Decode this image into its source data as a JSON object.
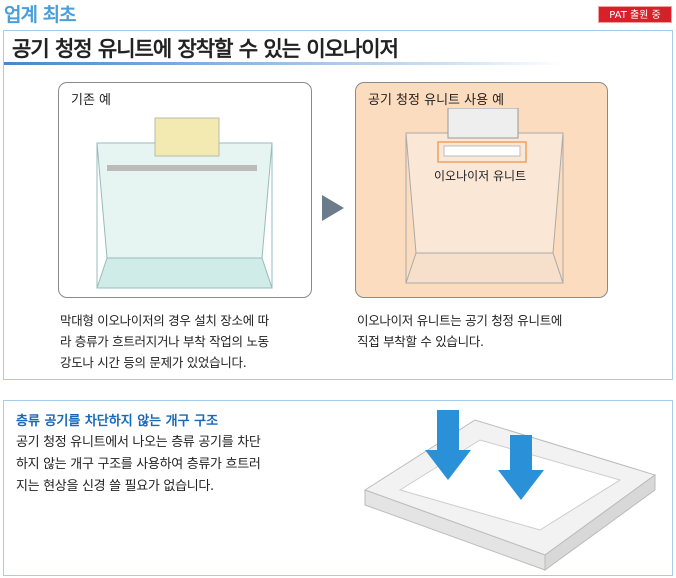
{
  "header": {
    "first_label": "업계 최초",
    "badge": "PAT 출원 중"
  },
  "main": {
    "title": "공기 청정 유니트에 장착할 수 있는 이오나이저",
    "left_card": {
      "label": "기존 예",
      "desc": [
        "막대형 이오나이저의 경우 설치 장소에 따",
        "라 층류가 흐트러지거나 부착 작업의 노동",
        "강도나 시간 등의 문제가 있었습니다."
      ]
    },
    "right_card": {
      "label": "공기 청정 유니트 사용 예",
      "callout": "이오나이저 유니트",
      "desc": [
        "이오나이저 유니트는 공기 청정 유니트에",
        "직접 부착할 수 있습니다."
      ]
    }
  },
  "feature": {
    "title": "층류 공기를 차단하지 않는 개구 구조",
    "desc": [
      "공기 청정 유니트에서 나오는 층류 공기를 차단",
      "하지 않는 개구 구조를 사용하여 층류가 흐트러",
      "지는 현상을 신경 쓸 필요가 없습니다."
    ]
  },
  "colors": {
    "accent": "#4a9fd8",
    "badge": "#d8202a",
    "peach": "#fcdcbf"
  }
}
